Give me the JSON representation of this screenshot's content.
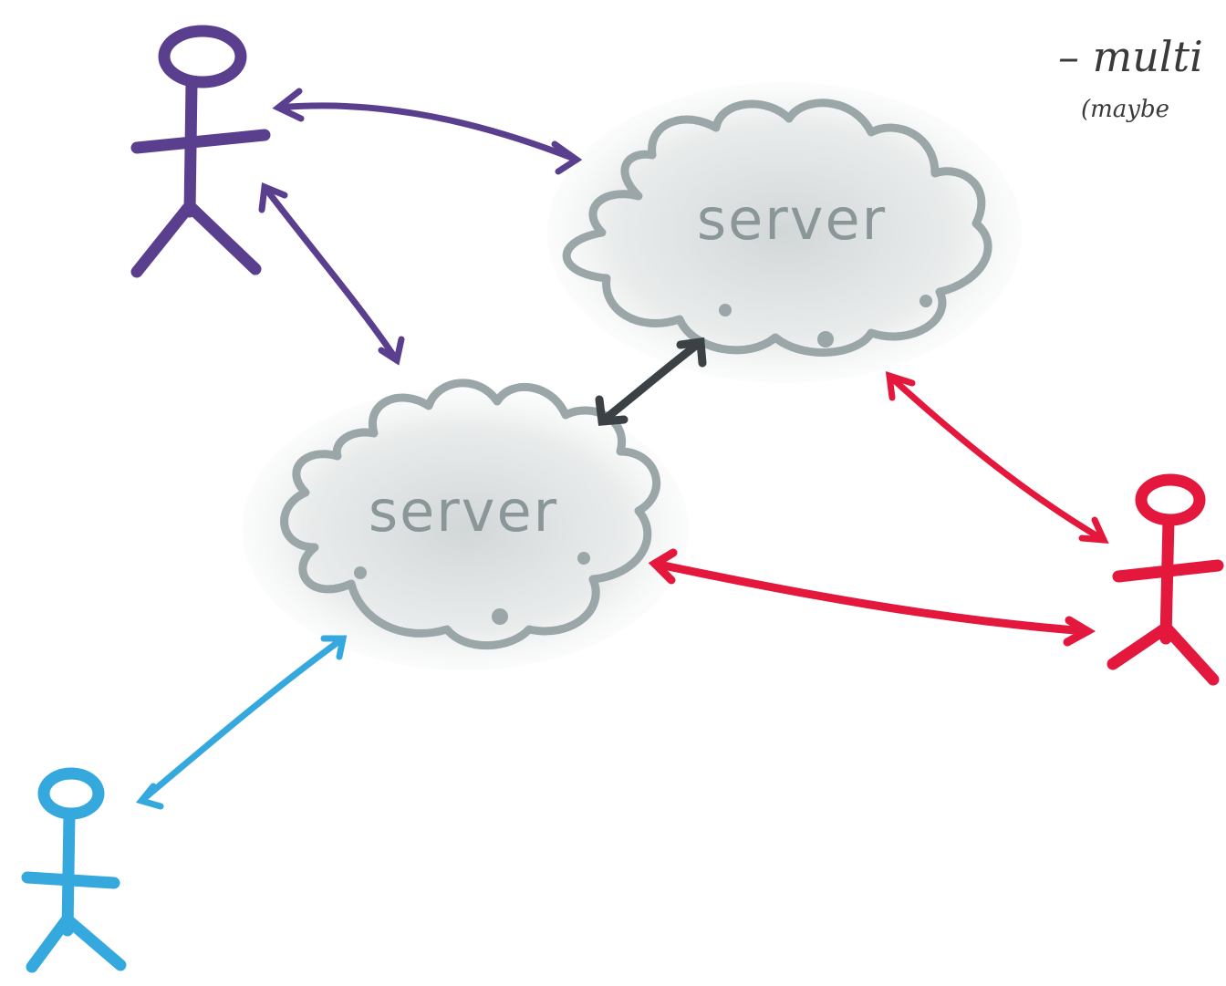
{
  "servers": [
    {
      "id": "server-a",
      "label": "server"
    },
    {
      "id": "server-b",
      "label": "server"
    }
  ],
  "note": {
    "line1": "– multi",
    "line2": "(maybe"
  },
  "colors": {
    "purple": "#5b3f8f",
    "gray_cloud": "#9aa6a7",
    "cloud_fill": "#d8dcdc",
    "dark_link": "#3b4144",
    "red": "#e3183c",
    "blue": "#35a8dd"
  },
  "actors": [
    {
      "id": "actor-purple",
      "color": "purple"
    },
    {
      "id": "actor-red",
      "color": "red"
    },
    {
      "id": "actor-blue",
      "color": "blue"
    }
  ]
}
